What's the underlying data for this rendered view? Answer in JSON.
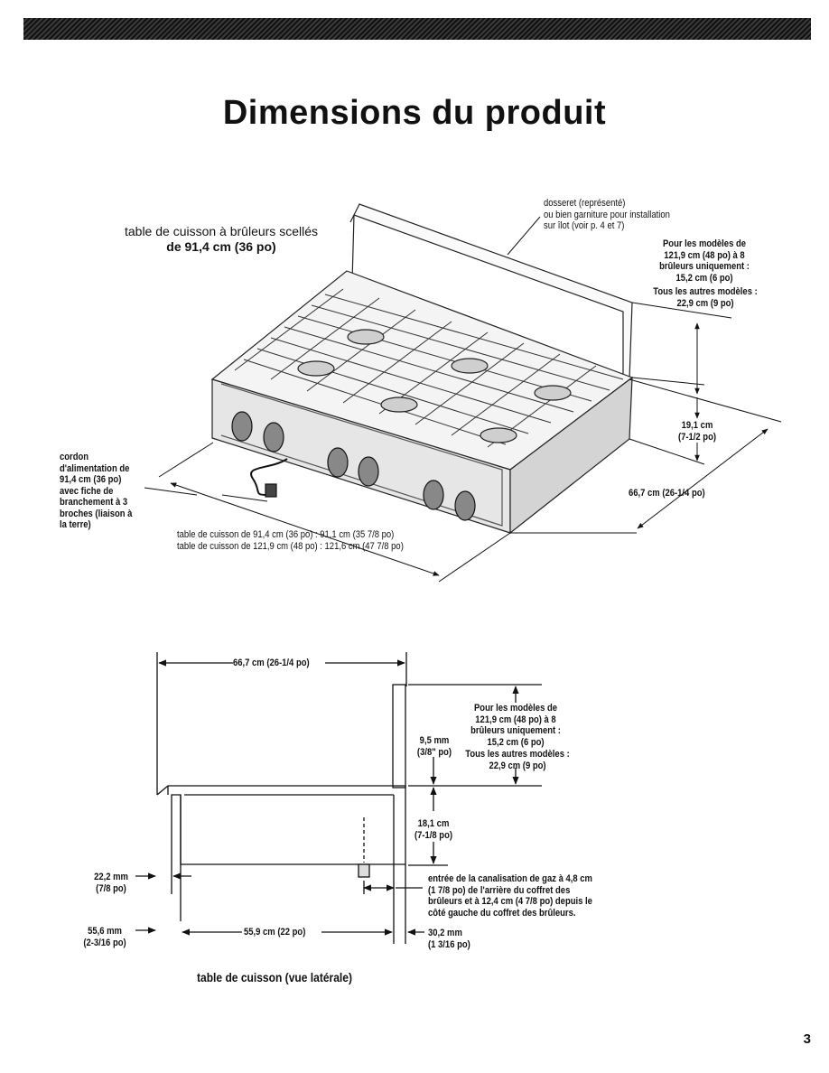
{
  "title": "Dimensions du produit",
  "top_view": {
    "heading_line1": "table de cuisson à brûleurs scellés",
    "heading_line2": "de 91,4 cm (36 po)",
    "backguard_lines": [
      "dosseret (représenté)",
      "ou bien garniture pour installation",
      "sur îlot (voir p. 4 et 7)"
    ],
    "models48_lines": [
      "Pour les modèles de",
      "121,9 cm (48 po) à 8",
      "brûleurs uniquement :",
      "15,2 cm (6 po)"
    ],
    "other_models_lines": [
      "Tous les autres modèles :",
      "22,9 cm (9 po)"
    ],
    "height_lines": [
      "19,1 cm",
      "(7-1/2 po)"
    ],
    "depth": "66,7 cm (26-1/4 po)",
    "cord_lines": [
      "cordon",
      "d'alimentation de",
      "91,4 cm (36 po)",
      "avec fiche de",
      "branchement à 3",
      "broches (liaison à",
      "la terre)"
    ],
    "width_lines": [
      "table de cuisson de 91,4 cm (36 po) : 91,1 cm (35 7/8 po)",
      "table de cuisson de 121,9 cm (48 po) : 121,6 cm (47 7/8 po)"
    ]
  },
  "side_view": {
    "top_depth": "66,7 cm (26-1/4 po)",
    "models48_lines": [
      "Pour les modèles de",
      "121,9 cm (48 po) à 8",
      "brûleurs uniquement :",
      "15,2 cm (6 po)"
    ],
    "thickness_lines": [
      "9,5 mm",
      "(3/8\" po)"
    ],
    "other_models_lines": [
      "Tous les autres modèles :",
      "22,9 cm (9 po)"
    ],
    "height_lines": [
      "18,1 cm",
      "(7-1/8 po)"
    ],
    "gas_lines": [
      "entrée de la canalisation de gaz à 4,8 cm",
      "(1 7/8 po) de l'arrière du coffret des",
      "brûleurs et à 12,4 cm (4 7/8 po) depuis le",
      "côté gauche du coffret des brûleurs."
    ],
    "front_lip_lines": [
      "22,2 mm",
      "(7/8 po)"
    ],
    "front_offset_lines": [
      "55,6 mm",
      "(2-3/16 po)"
    ],
    "box_depth": "55,9 cm (22 po)",
    "rear_offset_lines": [
      "30,2 mm",
      "(1 3/16 po)"
    ],
    "caption": "table de cuisson (vue latérale)"
  },
  "page_number": "3"
}
